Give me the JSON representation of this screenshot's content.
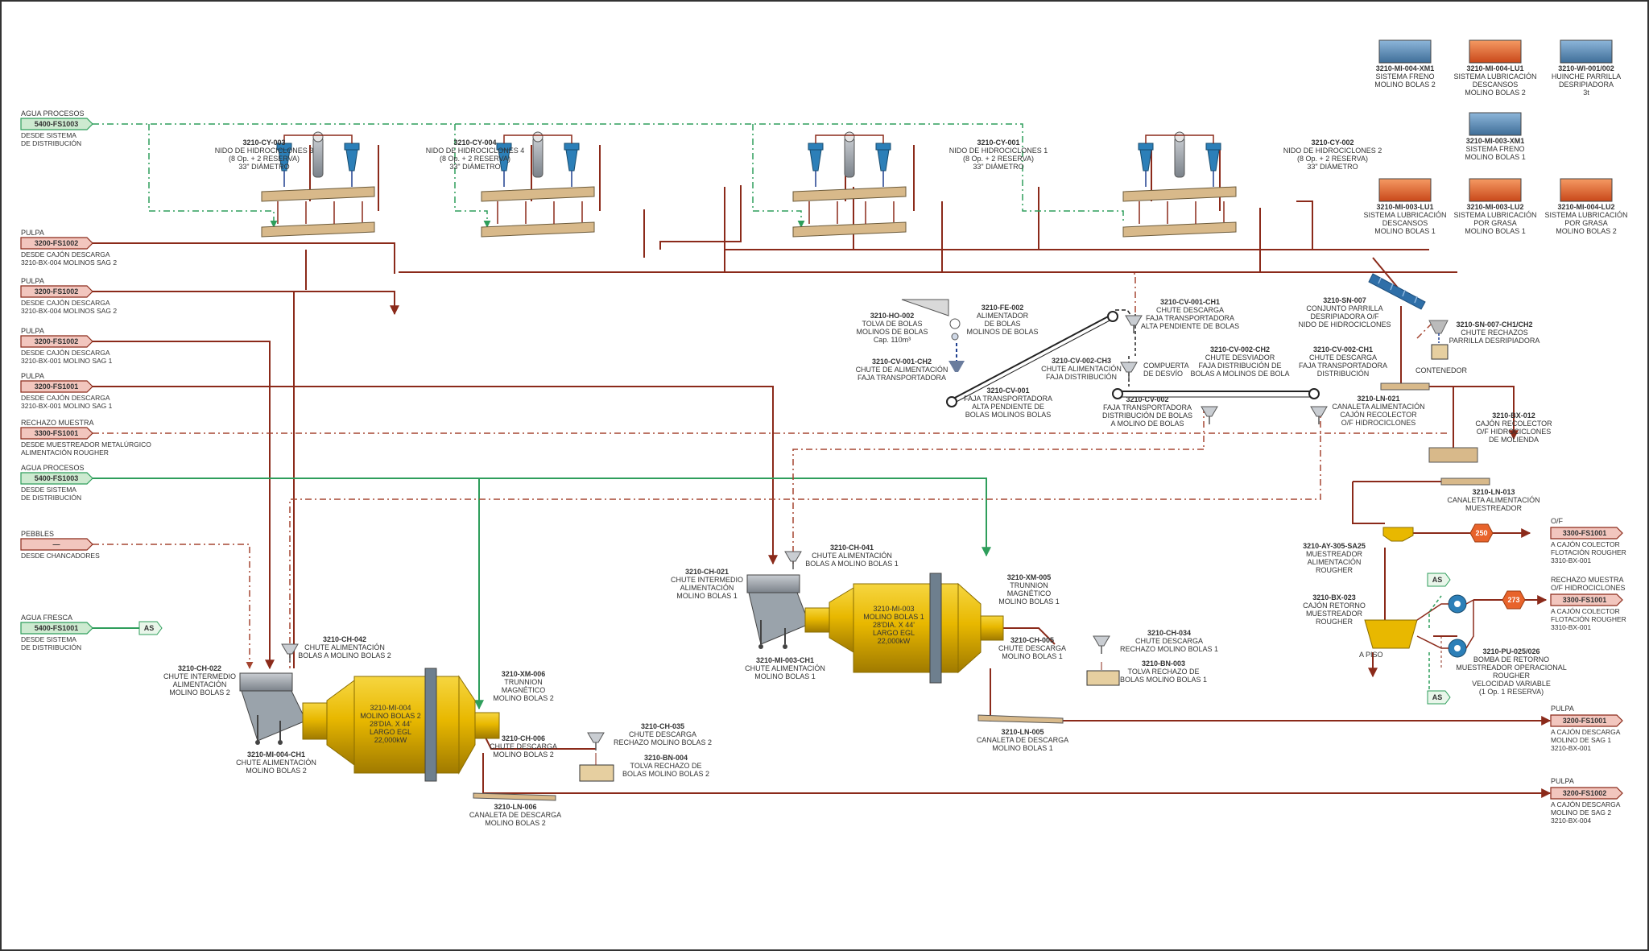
{
  "colors": {
    "pulp": "#8B2A1A",
    "water": "#2E9E5B",
    "dash_pulp": "#A54632",
    "tag_green": "#CDEAD0",
    "tag_pink": "#F2C6BE",
    "mill": "#E8B800",
    "launder": "#D8B98A",
    "motor_blue": "#5B8DB8",
    "motor_orange": "#E8632B",
    "badge_orange": "#E8632B"
  },
  "inputs": [
    {
      "label": "AGUA PROCESOS",
      "tag": "5400-FS1003",
      "lines": [
        "DESDE SISTEMA",
        "DE DISTRIBUCIÓN"
      ],
      "kind": "water"
    },
    {
      "label": "PULPA",
      "tag": "3200-FS1002",
      "lines": [
        "DESDE CAJÓN DESCARGA",
        "3210-BX-004 MOLINOS SAG 2"
      ],
      "kind": "pulp"
    },
    {
      "label": "PULPA",
      "tag": "3200-FS1002",
      "lines": [
        "DESDE CAJÓN DESCARGA",
        "3210-BX-004 MOLINOS SAG 2"
      ],
      "kind": "pulp"
    },
    {
      "label": "PULPA",
      "tag": "3200-FS1002",
      "lines": [
        "DESDE CAJÓN DESCARGA",
        "3210-BX-001 MOLINO SAG 1"
      ],
      "kind": "pulp"
    },
    {
      "label": "PULPA",
      "tag": "3200-FS1001",
      "lines": [
        "DESDE CAJÓN DESCARGA",
        "3210-BX-001 MOLINO SAG 1"
      ],
      "kind": "pulp"
    },
    {
      "label": "RECHAZO MUESTRA",
      "tag": "3300-FS1001",
      "lines": [
        "DESDE MUESTREADOR METALÚRGICO",
        "ALIMENTACIÓN ROUGHER"
      ],
      "kind": "pulp"
    },
    {
      "label": "AGUA PROCESOS",
      "tag": "5400-FS1003",
      "lines": [
        "DESDE SISTEMA",
        "DE DISTRIBUCIÓN"
      ],
      "kind": "water"
    },
    {
      "label": "PEBBLES",
      "tag": "—",
      "lines": [
        "DESDE CHANCADORES"
      ],
      "kind": "pulp"
    },
    {
      "label": "AGUA FRESCA",
      "tag": "5400-FS1001",
      "lines": [
        "DESDE SISTEMA",
        "DE DISTRIBUCIÓN"
      ],
      "kind": "water"
    }
  ],
  "outputs": [
    {
      "label": "O/F",
      "tag": "3300-FS1001",
      "lines": [
        "A CAJÓN COLECTOR",
        "FLOTACIÓN ROUGHER",
        "3310-BX-001"
      ]
    },
    {
      "label": "RECHAZO MUESTRA O/F HIDROCICLONES",
      "tag": "3300-FS1001",
      "lines": [
        "A CAJÓN COLECTOR",
        "FLOTACIÓN ROUGHER",
        "3310-BX-001"
      ]
    },
    {
      "label": "PULPA",
      "tag": "3200-FS1001",
      "lines": [
        "A CAJÓN DESCARGA",
        "MOLINO DE SAG 1",
        "3210-BX-001"
      ]
    },
    {
      "label": "PULPA",
      "tag": "3200-FS1002",
      "lines": [
        "A CAJÓN DESCARGA",
        "MOLINO DE SAG 2",
        "3210-BX-004"
      ]
    }
  ],
  "cyclones": [
    {
      "tag": "3210-CY-003",
      "lines": [
        "NIDO DE HIDROCICLONES 3",
        "(8 Op. + 2 RESERVA)",
        "33\" DIÁMETRO"
      ]
    },
    {
      "tag": "3210-CY-004",
      "lines": [
        "NIDO DE HIDROCICLONES 4",
        "(8 Op. + 2 RESERVA)",
        "33\" DIÁMETRO"
      ]
    },
    {
      "tag": "3210-CY-001",
      "lines": [
        "NIDO DE HIDROCICLONES 1",
        "(8 Op. + 2 RESERVA)",
        "33\" DIÁMETRO"
      ]
    },
    {
      "tag": "3210-CY-002",
      "lines": [
        "NIDO DE HIDROCICLONES 2",
        "(8 Op. + 2 RESERVA)",
        "33\" DIÁMETRO"
      ]
    }
  ],
  "motors": [
    {
      "tag": "3210-MI-004-XM1",
      "lines": [
        "SISTEMA FRENO",
        "MOLINO BOLAS 2"
      ],
      "color": "blue"
    },
    {
      "tag": "3210-MI-004-LU1",
      "lines": [
        "SISTEMA LUBRICACIÓN",
        "DESCANSOS",
        "MOLINO BOLAS 2"
      ],
      "color": "orange"
    },
    {
      "tag": "3210-WI-001/002",
      "lines": [
        "HUINCHE PARRILLA",
        "DESRIPIADORA",
        "3t"
      ],
      "color": "blue"
    },
    {
      "tag": "3210-MI-003-XM1",
      "lines": [
        "SISTEMA FRENO",
        "MOLINO BOLAS 1"
      ],
      "color": "blue"
    },
    {
      "tag": "3210-MI-003-LU1",
      "lines": [
        "SISTEMA LUBRICACIÓN",
        "DESCANSOS",
        "MOLINO BOLAS 1"
      ],
      "color": "orange"
    },
    {
      "tag": "3210-MI-003-LU2",
      "lines": [
        "SISTEMA LUBRICACIÓN",
        "POR GRASA",
        "MOLINO BOLAS 1"
      ],
      "color": "orange"
    },
    {
      "tag": "3210-MI-004-LU2",
      "lines": [
        "SISTEMA LUBRICACIÓN",
        "POR GRASA",
        "MOLINO BOLAS 2"
      ],
      "color": "orange"
    }
  ],
  "mill1": {
    "tag": "3210-MI-003",
    "lines": [
      "MOLINO BOLAS 1",
      "28'DIA. X 44'",
      "LARGO EGL",
      "22,000kW"
    ]
  },
  "mill2": {
    "tag": "3210-MI-004",
    "lines": [
      "MOLINO BOLAS 2",
      "28'DIA. X 44'",
      "LARGO EGL",
      "22,000kW"
    ]
  },
  "labels": [
    {
      "tag": "3210-HO-002",
      "lines": [
        "TOLVA DE BOLAS",
        "MOLINOS DE BOLAS",
        "Cap. 110m³"
      ]
    },
    {
      "tag": "3210-FE-002",
      "lines": [
        "ALIMENTADOR",
        "DE BOLAS",
        "MOLINOS DE BOLAS"
      ]
    },
    {
      "tag": "3210-CV-001-CH2",
      "lines": [
        "CHUTE DE ALIMENTACIÓN",
        "FAJA TRANSPORTADORA"
      ]
    },
    {
      "tag": "3210-CV-001",
      "lines": [
        "FAJA TRANSPORTADORA",
        "ALTA PENDIENTE DE",
        "BOLAS MOLINOS BOLAS"
      ]
    },
    {
      "tag": "3210-CV-001-CH1",
      "lines": [
        "CHUTE DESCARGA",
        "FAJA TRANSPORTADORA",
        "ALTA PENDIENTE DE BOLAS"
      ]
    },
    {
      "tag": "3210-CV-002-CH3",
      "lines": [
        "CHUTE ALIMENTACIÓN",
        "FAJA DISTRIBUCIÓN"
      ]
    },
    {
      "tag": "",
      "lines": [
        "COMPUERTA",
        "DE DESVÍO"
      ]
    },
    {
      "tag": "3210-CV-002-CH2",
      "lines": [
        "CHUTE DESVIADOR",
        "FAJA DISTRIBUCIÓN DE",
        "BOLAS A MOLINOS DE BOLA"
      ]
    },
    {
      "tag": "3210-CV-002-CH1",
      "lines": [
        "CHUTE DESCARGA",
        "FAJA TRANSPORTADORA",
        "DISTRIBUCIÓN"
      ]
    },
    {
      "tag": "3210-CV-002",
      "lines": [
        "FAJA TRANSPORTADORA",
        "DISTRIBUCIÓN DE BOLAS",
        "A MOLINO DE BOLAS"
      ]
    },
    {
      "tag": "3210-SN-007",
      "lines": [
        "CONJUNTO PARRILLA",
        "DESRIPIADORA O/F",
        "NIDO DE HIDROCICLONES"
      ]
    },
    {
      "tag": "3210-SN-007-CH1/CH2",
      "lines": [
        "CHUTE RECHAZOS",
        "PARRILLA DESRIPIADORA"
      ]
    },
    {
      "tag": "",
      "lines": [
        "CONTENEDOR"
      ]
    },
    {
      "tag": "3210-LN-021",
      "lines": [
        "CANALETA ALIMENTACIÓN",
        "CAJÓN RECOLECTOR",
        "O/F HIDROCICLONES"
      ]
    },
    {
      "tag": "3210-BX-012",
      "lines": [
        "CAJÓN RECOLECTOR",
        "O/F HIDROCICLONES",
        "DE MOLIENDA"
      ]
    },
    {
      "tag": "3210-LN-013",
      "lines": [
        "CANALETA ALIMENTACIÓN",
        "MUESTREADOR"
      ]
    },
    {
      "tag": "3210-AY-305-SA25",
      "lines": [
        "MUESTREADOR",
        "ALIMENTACIÓN",
        "ROUGHER"
      ]
    },
    {
      "tag": "3210-BX-023",
      "lines": [
        "CAJÓN RETORNO",
        "MUESTREADOR",
        "ROUGHER"
      ]
    },
    {
      "tag": "",
      "lines": [
        "A PISO"
      ]
    },
    {
      "tag": "3210-PU-025/026",
      "lines": [
        "BOMBA DE RETORNO",
        "MUESTREADOR OPERACIONAL",
        "ROUGHER",
        "VELOCIDAD VARIABLE",
        "(1 Op. 1 RESERVA)"
      ]
    },
    {
      "tag": "3210-CH-021",
      "lines": [
        "CHUTE INTERMEDIO",
        "ALIMENTACIÓN",
        "MOLINO BOLAS 1"
      ]
    },
    {
      "tag": "3210-CH-041",
      "lines": [
        "CHUTE ALIMENTACIÓN",
        "BOLAS A MOLINO BOLAS 1"
      ]
    },
    {
      "tag": "3210-MI-003-CH1",
      "lines": [
        "CHUTE ALIMENTACIÓN",
        "MOLINO BOLAS 1"
      ]
    },
    {
      "tag": "3210-XM-005",
      "lines": [
        "TRUNNION",
        "MAGNÉTICO",
        "MOLINO BOLAS 1"
      ]
    },
    {
      "tag": "3210-CH-005",
      "lines": [
        "CHUTE DESCARGA",
        "MOLINO BOLAS 1"
      ]
    },
    {
      "tag": "3210-CH-034",
      "lines": [
        "CHUTE DESCARGA",
        "RECHAZO MOLINO BOLAS 1"
      ]
    },
    {
      "tag": "3210-BN-003",
      "lines": [
        "TOLVA RECHAZO DE",
        "BOLAS MOLINO BOLAS 1"
      ]
    },
    {
      "tag": "3210-LN-005",
      "lines": [
        "CANALETA DE DESCARGA",
        "MOLINO BOLAS 1"
      ]
    },
    {
      "tag": "3210-CH-042",
      "lines": [
        "CHUTE ALIMENTACIÓN",
        "BOLAS A MOLINO BOLAS 2"
      ]
    },
    {
      "tag": "3210-CH-022",
      "lines": [
        "CHUTE INTERMEDIO",
        "ALIMENTACIÓN",
        "MOLINO BOLAS 2"
      ]
    },
    {
      "tag": "3210-MI-004-CH1",
      "lines": [
        "CHUTE ALIMENTACIÓN",
        "MOLINO BOLAS 2"
      ]
    },
    {
      "tag": "3210-XM-006",
      "lines": [
        "TRUNNION",
        "MAGNÉTICO",
        "MOLINO BOLAS 2"
      ]
    },
    {
      "tag": "3210-CH-006",
      "lines": [
        "CHUTE DESCARGA",
        "MOLINO BOLAS 2"
      ]
    },
    {
      "tag": "3210-CH-035",
      "lines": [
        "CHUTE DESCARGA",
        "RECHAZO MOLINO BOLAS 2"
      ]
    },
    {
      "tag": "3210-BN-004",
      "lines": [
        "TOLVA RECHAZO DE",
        "BOLAS MOLINO BOLAS 2"
      ]
    },
    {
      "tag": "3210-LN-006",
      "lines": [
        "CANALETA DE DESCARGA",
        "MOLINO BOLAS 2"
      ]
    }
  ],
  "badges": [
    {
      "text": "250"
    },
    {
      "text": "273"
    }
  ],
  "as_tags": [
    {
      "text": "AS"
    },
    {
      "text": "AS"
    },
    {
      "text": "AS"
    }
  ]
}
